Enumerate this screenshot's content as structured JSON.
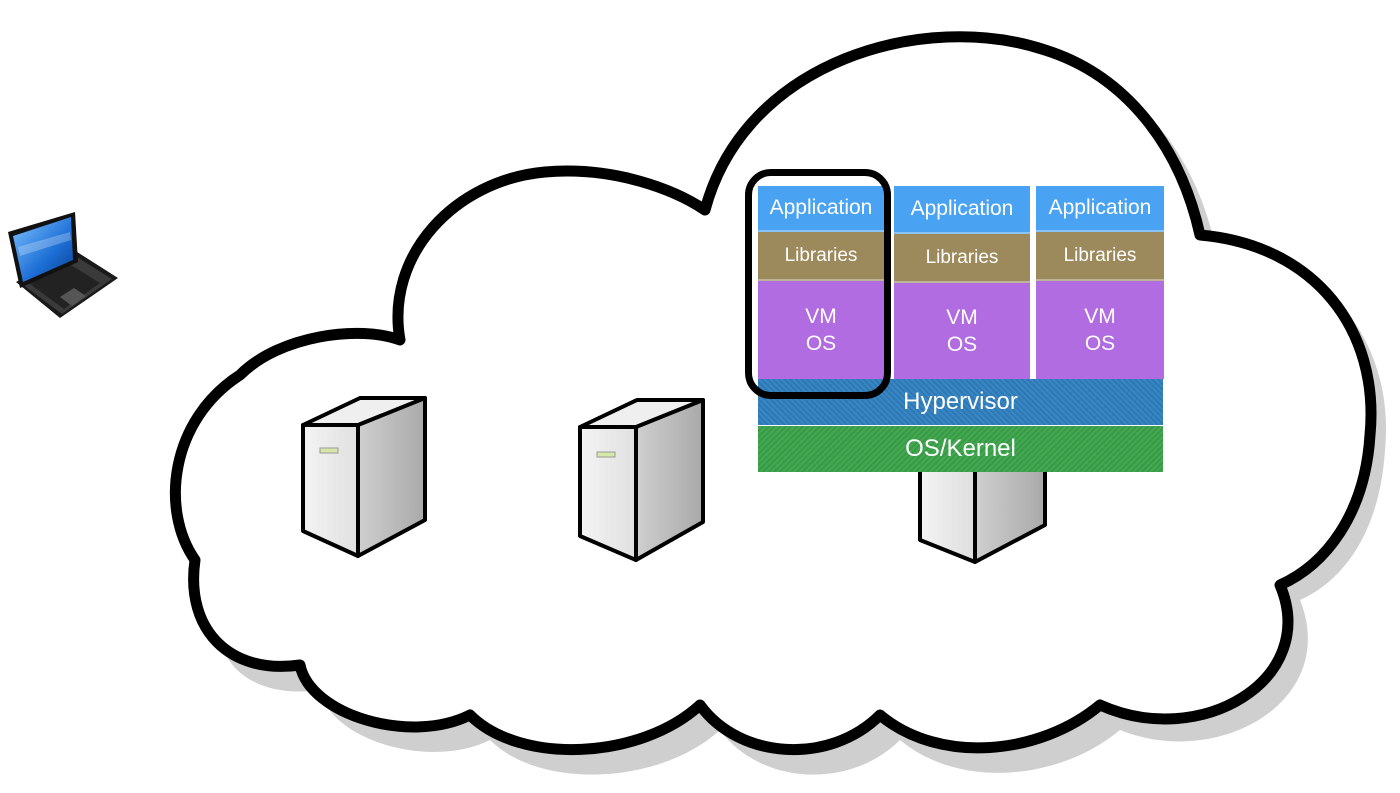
{
  "stacks": [
    {
      "app": "Application",
      "libs": "Libraries",
      "vm_line1": "VM",
      "vm_line2": "OS"
    },
    {
      "app": "Application",
      "libs": "Libraries",
      "vm_line1": "VM",
      "vm_line2": "OS"
    },
    {
      "app": "Application",
      "libs": "Libraries",
      "vm_line1": "VM",
      "vm_line2": "OS"
    }
  ],
  "hypervisor": "Hypervisor",
  "kernel": "OS/Kernel",
  "colors": {
    "application": "#4aa3f2",
    "libraries": "#9c8a5c",
    "vm_os": "#b06ce0",
    "hypervisor": "#2e7fbf",
    "kernel": "#3aa34a",
    "cloud_outline": "#000000",
    "cloud_shadow": "#cfcfcf"
  },
  "icons": {
    "client": "laptop-icon",
    "servers": [
      "server-icon",
      "server-icon",
      "server-icon"
    ]
  }
}
